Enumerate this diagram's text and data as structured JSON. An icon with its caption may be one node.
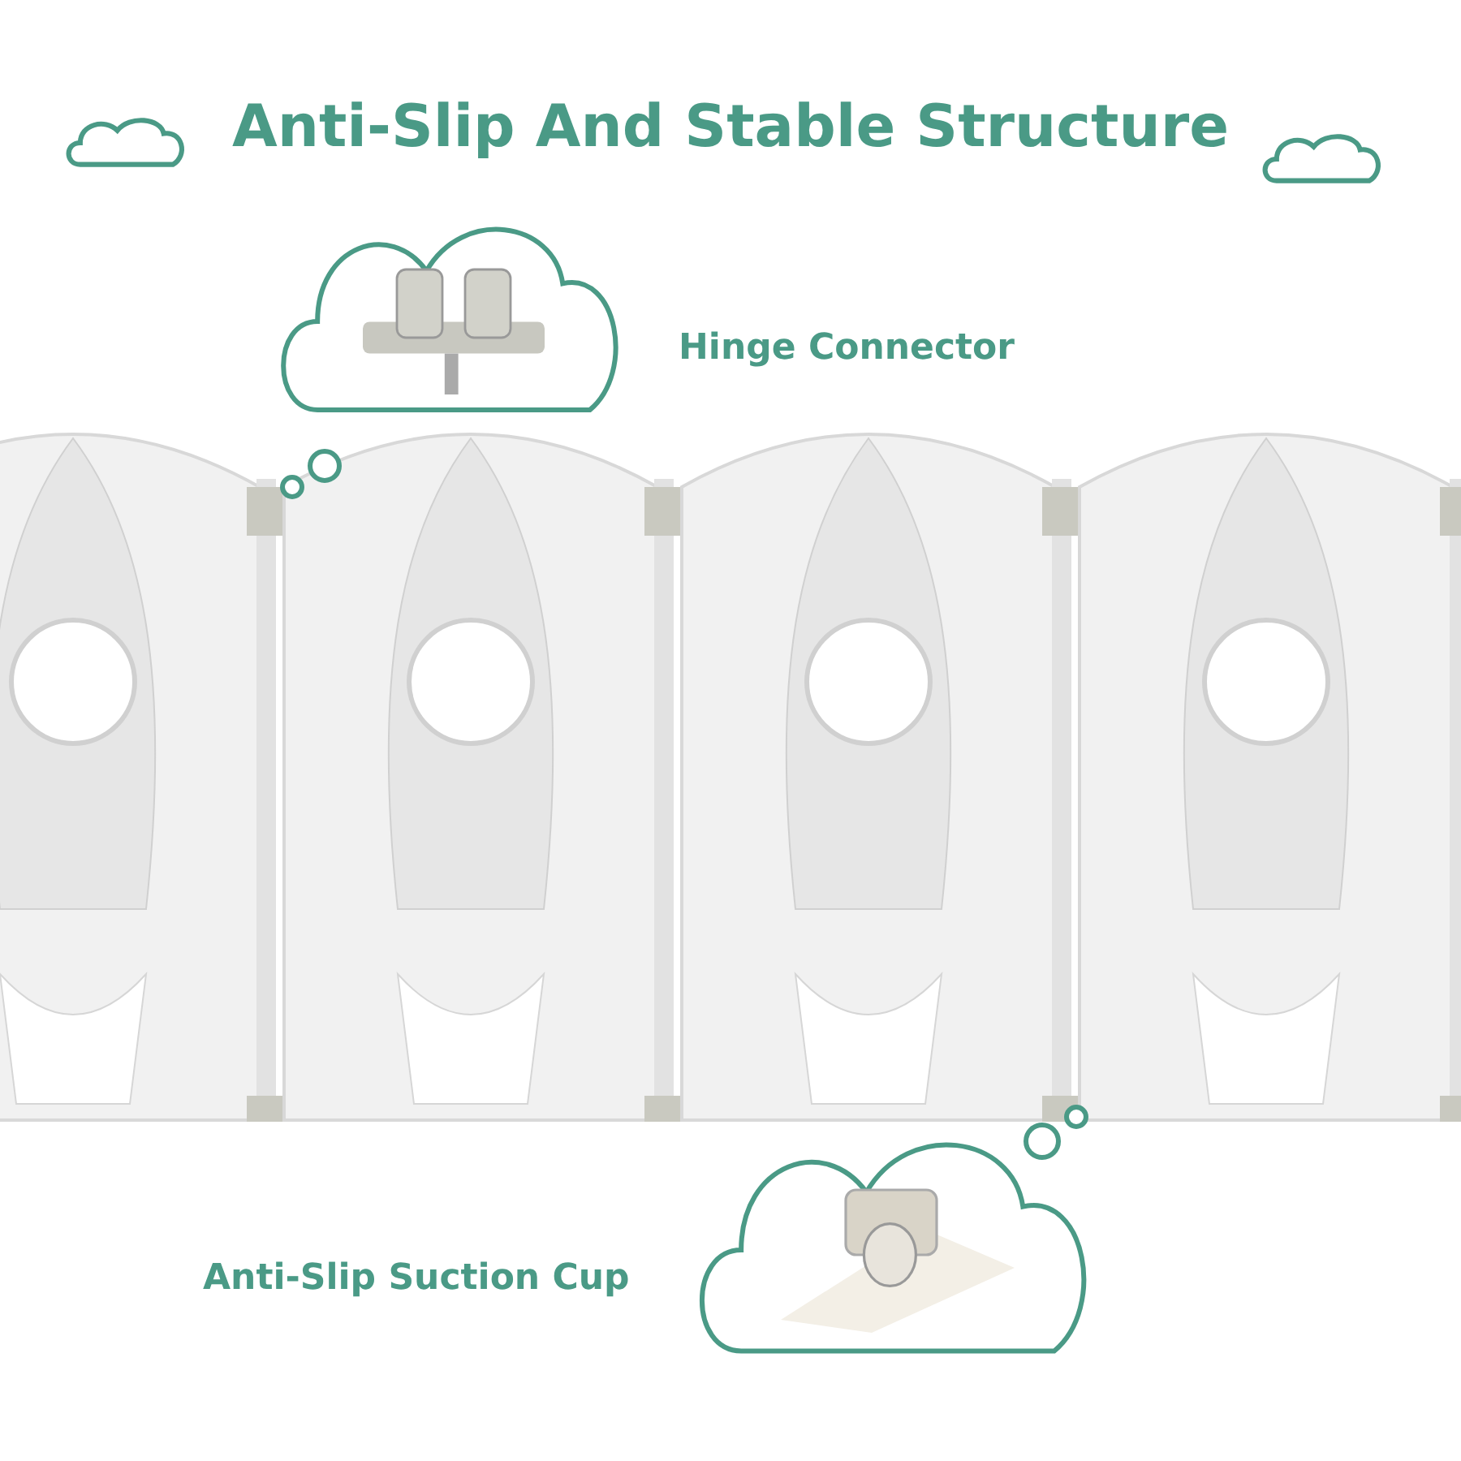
{
  "diagram": {
    "title": "Anti-Slip And Stable Structure",
    "nodes": [
      {
        "text": [],
        "shape": "cloud",
        "beside": [
          "Hinge Connector"
        ]
      },
      {
        "text": [],
        "shape": "cloud",
        "beside": [
          "Anti-Slip Suction Cup"
        ]
      }
    ],
    "edges": []
  }
}
